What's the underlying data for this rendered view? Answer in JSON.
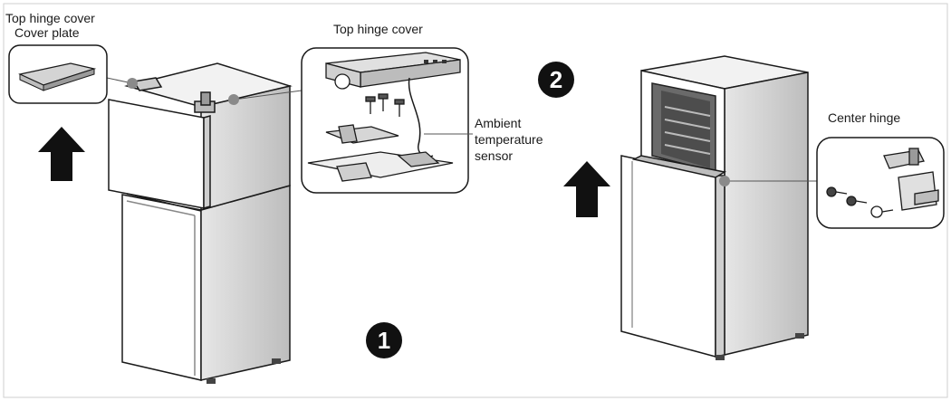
{
  "labels": {
    "top_hinge_cover_outer": "Top hinge cover",
    "cover_plate": "Cover plate",
    "top_hinge_cover_detail": "Top hinge cover",
    "ambient_line1": "Ambient",
    "ambient_line2": "temperature",
    "ambient_line3": "sensor",
    "center_hinge": "Center hinge"
  },
  "steps": {
    "one": "1",
    "two": "2"
  },
  "colors": {
    "line": "#1a1a1a",
    "panel": "#ffffff",
    "shade": "#d9d9d9",
    "dark_shade": "#8a8a8a",
    "background": "#ffffff"
  }
}
